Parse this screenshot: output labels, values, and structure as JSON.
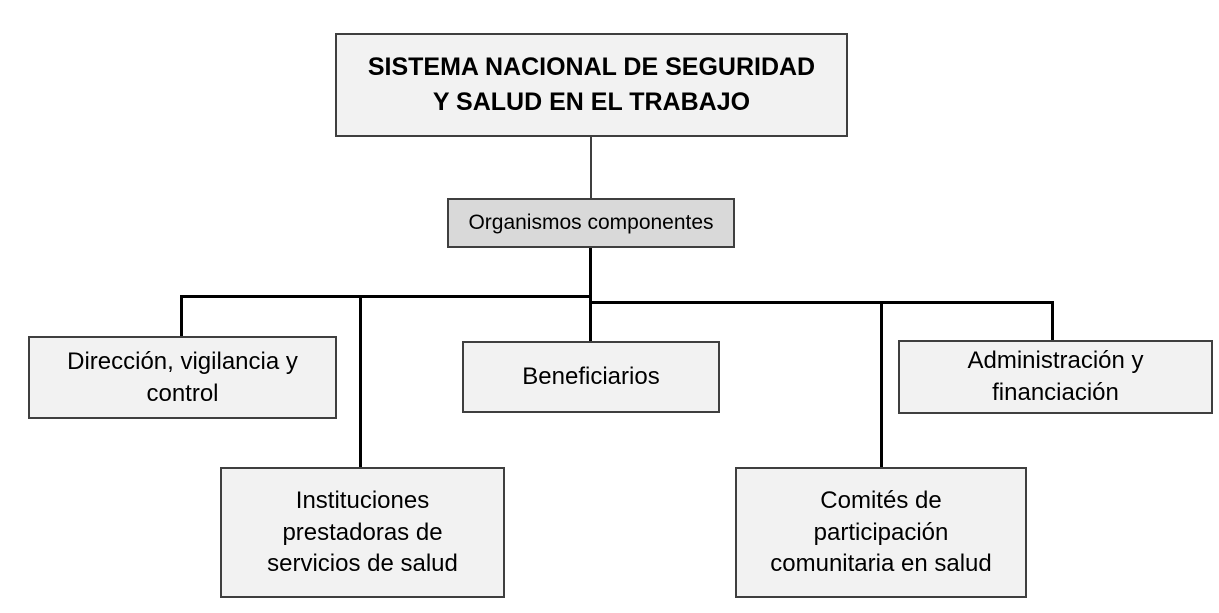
{
  "diagram": {
    "title": "SISTEMA NACIONAL DE SEGURIDAD Y SALUD EN EL TRABAJO",
    "root": {
      "label": "SISTEMA NACIONAL DE SEGURIDAD\nY SALUD EN EL TRABAJO"
    },
    "hub": {
      "label": "Organismos componentes"
    },
    "children": [
      {
        "id": "direccion",
        "label": "Dirección, vigilancia y\ncontrol"
      },
      {
        "id": "instituciones",
        "label": "Instituciones\nprestadoras de\nservicios de salud"
      },
      {
        "id": "beneficiarios",
        "label": "Beneficiarios"
      },
      {
        "id": "comites",
        "label": "Comités de\nparticipación\ncomunitaria en salud"
      },
      {
        "id": "administracion",
        "label": "Administración y\nfinanciación"
      }
    ],
    "colors": {
      "box_fill": "#f2f2f2",
      "hub_fill": "#d9d9d9",
      "box_border": "#3f3f3f",
      "connector_line": "#000000",
      "text": "#000000",
      "background": "#ffffff"
    }
  }
}
